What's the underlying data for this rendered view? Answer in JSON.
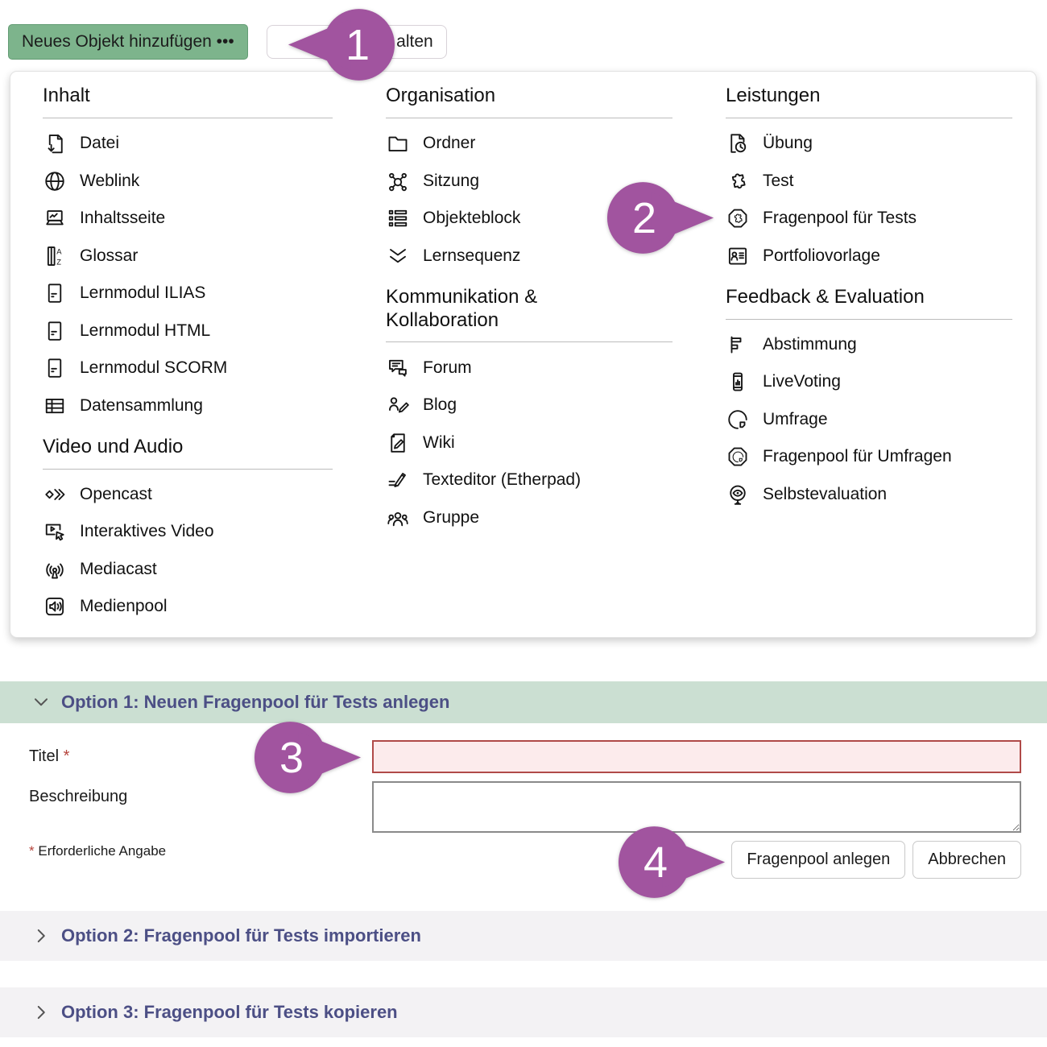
{
  "toolbar": {
    "new_object_label": "Neues Objekt hinzufügen •••",
    "partial_button_label": "alten"
  },
  "markers": [
    {
      "number": "1"
    },
    {
      "number": "2"
    },
    {
      "number": "3"
    },
    {
      "number": "4"
    }
  ],
  "panel": {
    "columns": [
      {
        "sections": [
          {
            "title": "Inhalt",
            "items": [
              {
                "icon": "file-download",
                "label": "Datei"
              },
              {
                "icon": "globe",
                "label": "Weblink"
              },
              {
                "icon": "content-page",
                "label": "Inhaltsseite"
              },
              {
                "icon": "glossary",
                "label": "Glossar"
              },
              {
                "icon": "learning-module",
                "label": "Lernmodul ILIAS"
              },
              {
                "icon": "learning-module",
                "label": "Lernmodul HTML"
              },
              {
                "icon": "learning-module",
                "label": "Lernmodul SCORM"
              },
              {
                "icon": "data-table",
                "label": "Datensammlung"
              }
            ]
          },
          {
            "title": "Video und Audio",
            "items": [
              {
                "icon": "opencast",
                "label": "Opencast"
              },
              {
                "icon": "interactive-video",
                "label": "Interaktives Video"
              },
              {
                "icon": "broadcast",
                "label": "Mediacast"
              },
              {
                "icon": "media-pool",
                "label": "Medienpool"
              }
            ]
          }
        ]
      },
      {
        "sections": [
          {
            "title": "Organisation",
            "items": [
              {
                "icon": "folder",
                "label": "Ordner"
              },
              {
                "icon": "session",
                "label": "Sitzung"
              },
              {
                "icon": "item-group",
                "label": "Objekteblock"
              },
              {
                "icon": "sequence",
                "label": "Lernsequenz"
              }
            ]
          },
          {
            "title": "Kommunikation & Kollaboration",
            "items": [
              {
                "icon": "forum",
                "label": "Forum"
              },
              {
                "icon": "blog",
                "label": "Blog"
              },
              {
                "icon": "wiki",
                "label": "Wiki"
              },
              {
                "icon": "text-editor",
                "label": "Texteditor (Etherpad)"
              },
              {
                "icon": "group",
                "label": "Gruppe"
              }
            ]
          }
        ]
      },
      {
        "sections": [
          {
            "title": "Leistungen",
            "items": [
              {
                "icon": "exercise",
                "label": "Übung"
              },
              {
                "icon": "puzzle",
                "label": "Test"
              },
              {
                "icon": "question-pool-test",
                "label": "Fragenpool für Tests"
              },
              {
                "icon": "portfolio",
                "label": "Portfoliovorlage"
              }
            ]
          },
          {
            "title": "Feedback & Evaluation",
            "items": [
              {
                "icon": "poll",
                "label": "Abstimmung"
              },
              {
                "icon": "live-voting",
                "label": "LiveVoting"
              },
              {
                "icon": "survey",
                "label": "Umfrage"
              },
              {
                "icon": "question-pool-survey",
                "label": "Fragenpool für Umfragen"
              },
              {
                "icon": "self-evaluation",
                "label": "Selbstevaluation"
              }
            ]
          }
        ]
      }
    ]
  },
  "form": {
    "option1_title": "Option 1: Neuen Fragenpool für Tests anlegen",
    "title_label": "Titel",
    "required_marker": "*",
    "title_value": "",
    "description_label": "Beschreibung",
    "required_note": "Erforderliche Angabe",
    "submit_label": "Fragenpool anlegen",
    "cancel_label": "Abbrechen"
  },
  "accordions": [
    {
      "title": "Option 2: Fragenpool für Tests importieren"
    },
    {
      "title": "Option 3: Fragenpool für Tests kopieren"
    }
  ],
  "colors": {
    "accent_green_button": "#7db48c",
    "option1_bar_bg": "#cbdfd2",
    "accordion_bar_bg": "#f3f2f4",
    "accordion_title": "#4c4f85",
    "marker_purple": "#a1549f",
    "required_red": "#b5443c",
    "error_input_border": "#b04a48",
    "error_input_bg": "#fcebec"
  }
}
